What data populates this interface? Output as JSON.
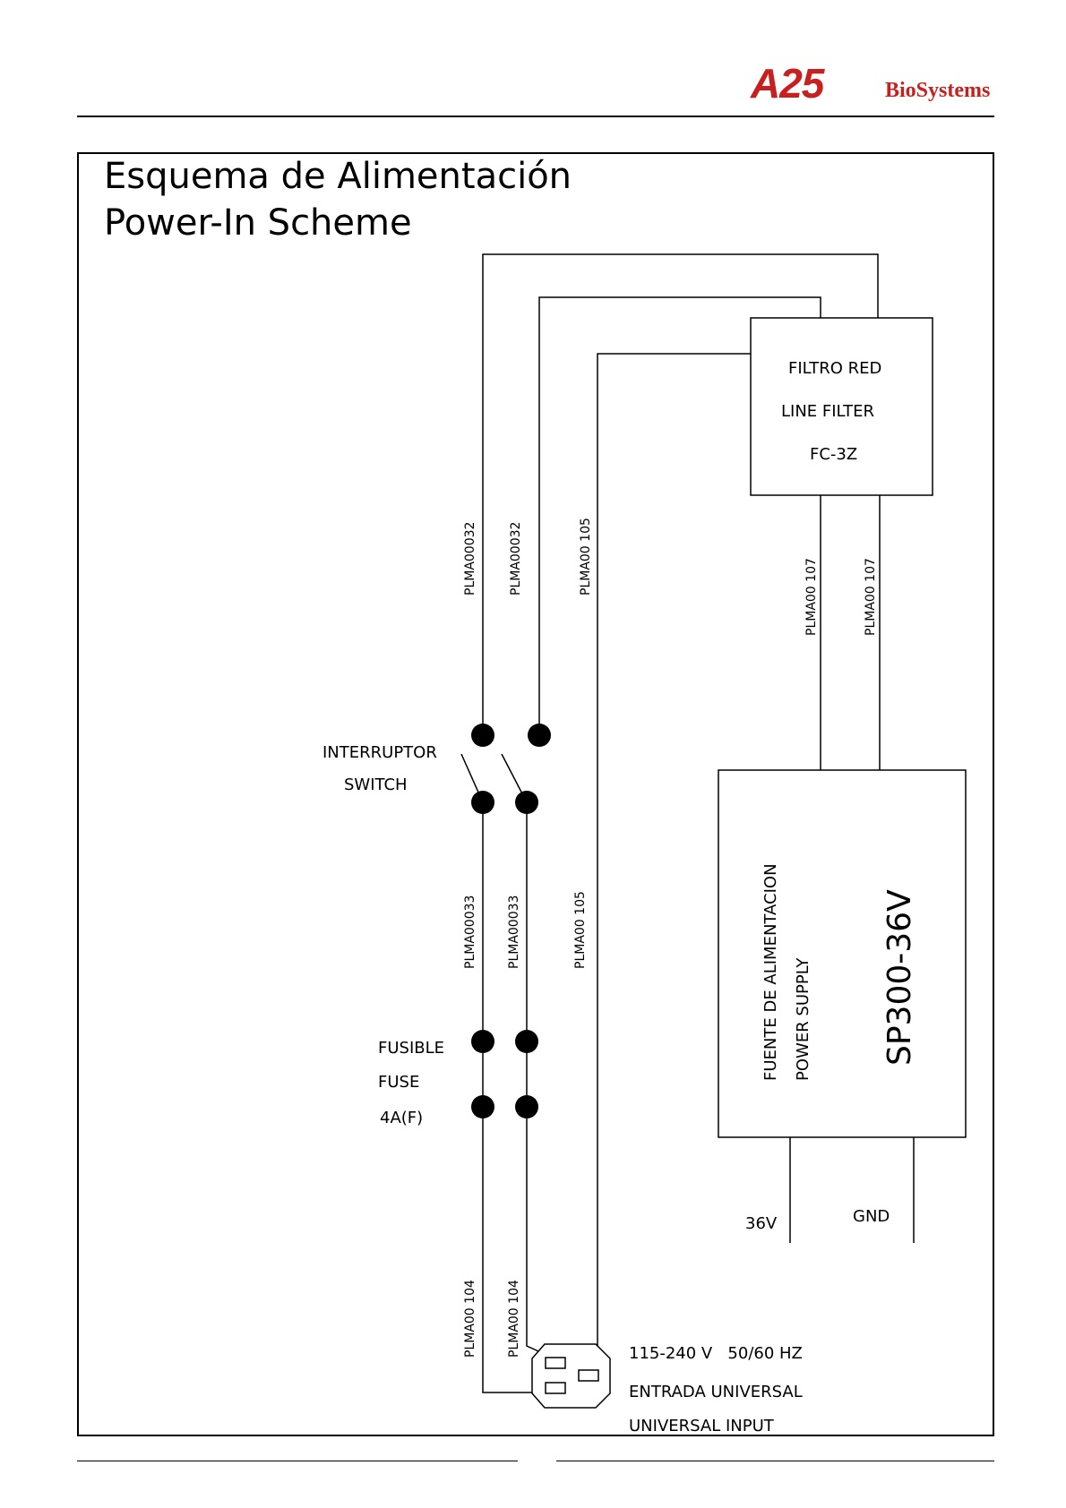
{
  "header": {
    "brand_mark": "A25",
    "brand_name": "BioSystems",
    "brand_color": "#c8201e"
  },
  "diagram": {
    "title_es": "Esquema de Alimentación",
    "title_en": "Power-In Scheme",
    "line_filter": {
      "label_es": "FILTRO RED",
      "label_en": "LINE FILTER",
      "model": "FC-3Z"
    },
    "power_supply": {
      "label_es": "FUENTE DE ALIMENTACION",
      "label_en": "POWER SUPPLY",
      "model": "SP300-36V"
    },
    "switch": {
      "label_es": "INTERRUPTOR",
      "label_en": "SWITCH"
    },
    "fuse": {
      "label_es": "FUSIBLE",
      "label_en": "FUSE",
      "rating": "4A(F)"
    },
    "outputs": {
      "v36": "36V",
      "gnd": "GND"
    },
    "input": {
      "voltage": "115-240 V   50/60 HZ",
      "label_es": "ENTRADA UNIVERSAL",
      "label_en": "UNIVERSAL INPUT"
    },
    "wires": {
      "upper_1": "PLMA00032",
      "upper_2": "PLMA00032",
      "upper_3": "PLMA00 105",
      "filter_out_1": "PLMA00 107",
      "filter_out_2": "PLMA00 107",
      "mid_1": "PLMA00033",
      "mid_2": "PLMA00033",
      "mid_3": "PLMA00 105",
      "low_1": "PLMA00 104",
      "low_2": "PLMA00 104"
    }
  }
}
